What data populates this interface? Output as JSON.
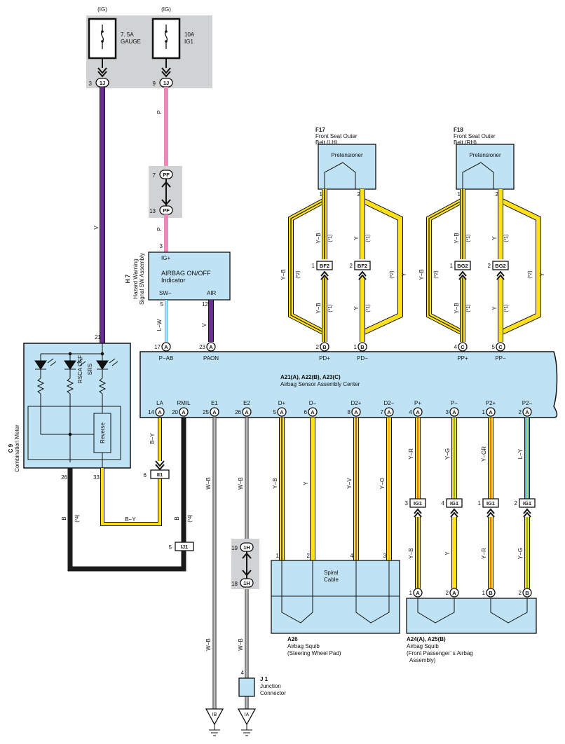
{
  "fuses": {
    "gauge": {
      "tag": "(IG)",
      "rating": "7. 5A",
      "name": "GAUGE",
      "conn": "1J",
      "pin": "3"
    },
    "ig1": {
      "tag": "(IG)",
      "rating": "10A",
      "name": "IG1",
      "conn": "1J",
      "pin": "9"
    }
  },
  "wire_colors": {
    "V": "#6a2d91",
    "P": "#ef87b8",
    "LW": "#4ab3e6",
    "B": "#1a1a1a",
    "Y": "#ffe01a",
    "R": "#e4372b",
    "G": "#4ca64c",
    "L": "#4ab3e6",
    "O": "#f29b2b",
    "W": "#ffffff"
  },
  "component_fill": "#bfe3f4",
  "junction_fill": "#d1d2d4",
  "junction_pf": {
    "conn": "PF",
    "top_pin": "7",
    "bottom_pin": "13"
  },
  "hazard_switch": {
    "code": "H 7",
    "name_line1": "Hazard Warning",
    "name_line2": "Signal SW Assembly",
    "in_pin": "3",
    "in_label": "IG+",
    "indicator_line1": "AIRBAG ON/OFF",
    "indicator_line2": "Indicator",
    "sw_label": "SW−",
    "air_label": "AIR",
    "sw_pin": "5",
    "air_pin": "12",
    "wire_p": "P",
    "wire_v": "V",
    "wire_lw": "L−W",
    "wire_v2": "V"
  },
  "seat_belts": [
    {
      "code": "F17",
      "line1": "Front Seat Outer",
      "line2": "Belt (LH)",
      "part": "Pretensioner",
      "conn": "BF2",
      "pin1": "1",
      "pin2": "2",
      "pin_upper": "1",
      "pin_lower": "2"
    },
    {
      "code": "F18",
      "line1": "Front Seat Outer",
      "line2": "Belt (RH)",
      "part": "Pretensioner",
      "conn": "BG2",
      "pin1": "1",
      "pin2": "2",
      "pin_upper": "1",
      "pin_lower": "2"
    }
  ],
  "belt_wire_labels": {
    "yb": "Y−B",
    "y": "Y",
    "n1": "(*1)",
    "n2": "(*2)"
  },
  "center": {
    "title": "A21(A), A22(B), A23(C)",
    "subtitle": "Airbag Sensor Assembly Center",
    "top_pins": [
      {
        "num": "17",
        "conn": "A",
        "label": "P−AB"
      },
      {
        "num": "23",
        "conn": "A",
        "label": "PAON"
      },
      {
        "num": "2",
        "conn": "B",
        "label": "PD+"
      },
      {
        "num": "1",
        "conn": "B",
        "label": "PD−"
      },
      {
        "num": "4",
        "conn": "C",
        "label": "PP+"
      },
      {
        "num": "5",
        "conn": "C",
        "label": "PP−"
      }
    ],
    "bottom_pins": [
      {
        "num": "14",
        "conn": "A",
        "label": "LA",
        "wire": "B−Y"
      },
      {
        "num": "20",
        "conn": "A",
        "label": "RMIL",
        "wire": "B"
      },
      {
        "num": "25",
        "conn": "A",
        "label": "E1",
        "wire": "W−B"
      },
      {
        "num": "26",
        "conn": "A",
        "label": "E2",
        "wire": "W−B"
      },
      {
        "num": "5",
        "conn": "A",
        "label": "D+",
        "wire": "Y−B"
      },
      {
        "num": "6",
        "conn": "A",
        "label": "D−",
        "wire": "Y"
      },
      {
        "num": "8",
        "conn": "A",
        "label": "D2+",
        "wire": "Y−V"
      },
      {
        "num": "7",
        "conn": "A",
        "label": "D2−",
        "wire": "Y−O"
      },
      {
        "num": "4",
        "conn": "A",
        "label": "P+",
        "wire": "Y−R"
      },
      {
        "num": "3",
        "conn": "A",
        "label": "P−",
        "wire": "Y−G"
      },
      {
        "num": "1",
        "conn": "A",
        "label": "P2+",
        "wire": "Y−GR"
      },
      {
        "num": "2",
        "conn": "A",
        "label": "P2−",
        "wire": "L−Y"
      }
    ]
  },
  "meter": {
    "code": "C 9",
    "name": "Combination Meter",
    "pin_top": "21",
    "led1": "RSCA OFF",
    "led2": "SRS",
    "reverse": "Reverse",
    "pin_bl": "26",
    "pin_br": "33",
    "wire_v": "V",
    "wire_b": "B",
    "note4": "(*4)"
  },
  "ii1": {
    "conn": "II1",
    "pin": "6",
    "wire": "B−Y"
  },
  "ij1": {
    "conn": "IJ1",
    "pin": "5",
    "wire": "B",
    "note": "(*4)"
  },
  "junction_1h": {
    "conn": "1H",
    "top_pin": "19",
    "bottom_pin": "18"
  },
  "spiral": {
    "code": "A26",
    "name_line1": "Airbag Squib",
    "name_line2": "(Steering Wheel Pad)",
    "inner": "Spiral",
    "inner2": "Cable",
    "pins": [
      "1",
      "2",
      "4",
      "3"
    ]
  },
  "ig1_conn": {
    "conn": "IG1",
    "pins": [
      "3",
      "4",
      "1",
      "2"
    ],
    "lower_wires": [
      "Y−B",
      "Y",
      "Y−R",
      "Y−G"
    ]
  },
  "passenger": {
    "code": "A24(A), A25(B)",
    "name_line1": "Airbag Squib",
    "name_line2": "(Front Passenger’ s Airbag",
    "name_line3": "Assembly)",
    "pins": [
      {
        "num": "1",
        "conn": "A"
      },
      {
        "num": "2",
        "conn": "A"
      },
      {
        "num": "1",
        "conn": "B"
      },
      {
        "num": "2",
        "conn": "B"
      }
    ]
  },
  "junction_j1": {
    "code": "J 1",
    "name_line1": "Junction",
    "name_line2": "Connector",
    "pin": "4"
  },
  "grounds": [
    {
      "label": "IB"
    },
    {
      "label": "IA"
    }
  ]
}
